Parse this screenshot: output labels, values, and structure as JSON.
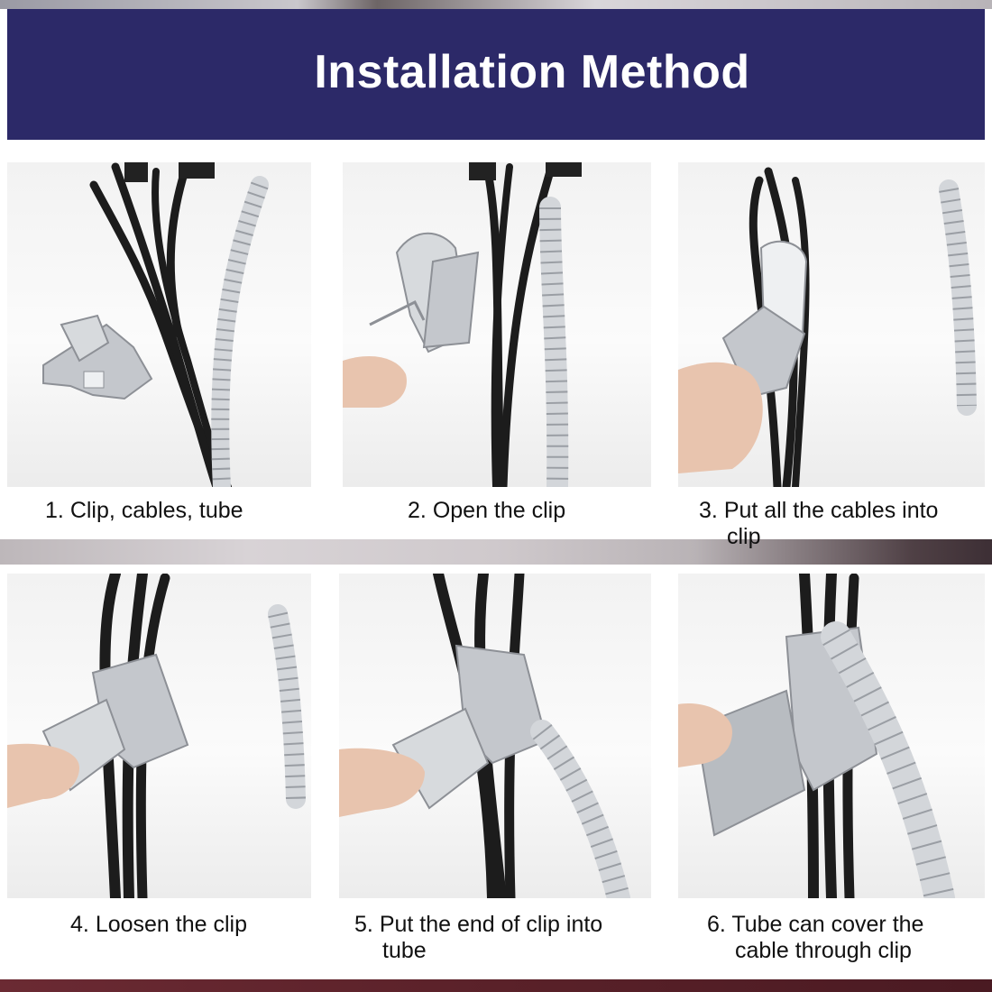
{
  "title": "Installation Method",
  "steps": [
    {
      "number": "1.",
      "caption": "Clip, cables, tube",
      "continuation": ""
    },
    {
      "number": "2.",
      "caption": "Open the clip",
      "continuation": ""
    },
    {
      "number": "3.",
      "caption": "Put all the cables into",
      "continuation": "clip"
    },
    {
      "number": "4.",
      "caption": "Loosen the clip",
      "continuation": ""
    },
    {
      "number": "5.",
      "caption": "Put the end of clip into",
      "continuation": "tube"
    },
    {
      "number": "6.",
      "caption": "Tube can cover the",
      "continuation": "cable through clip"
    }
  ],
  "colors": {
    "banner": "#2c2968",
    "title_text": "#ffffff",
    "caption_text": "#111111",
    "cable": "#1c1c1c",
    "clip": "#c4c7cc",
    "tube": "#d3d6da"
  }
}
